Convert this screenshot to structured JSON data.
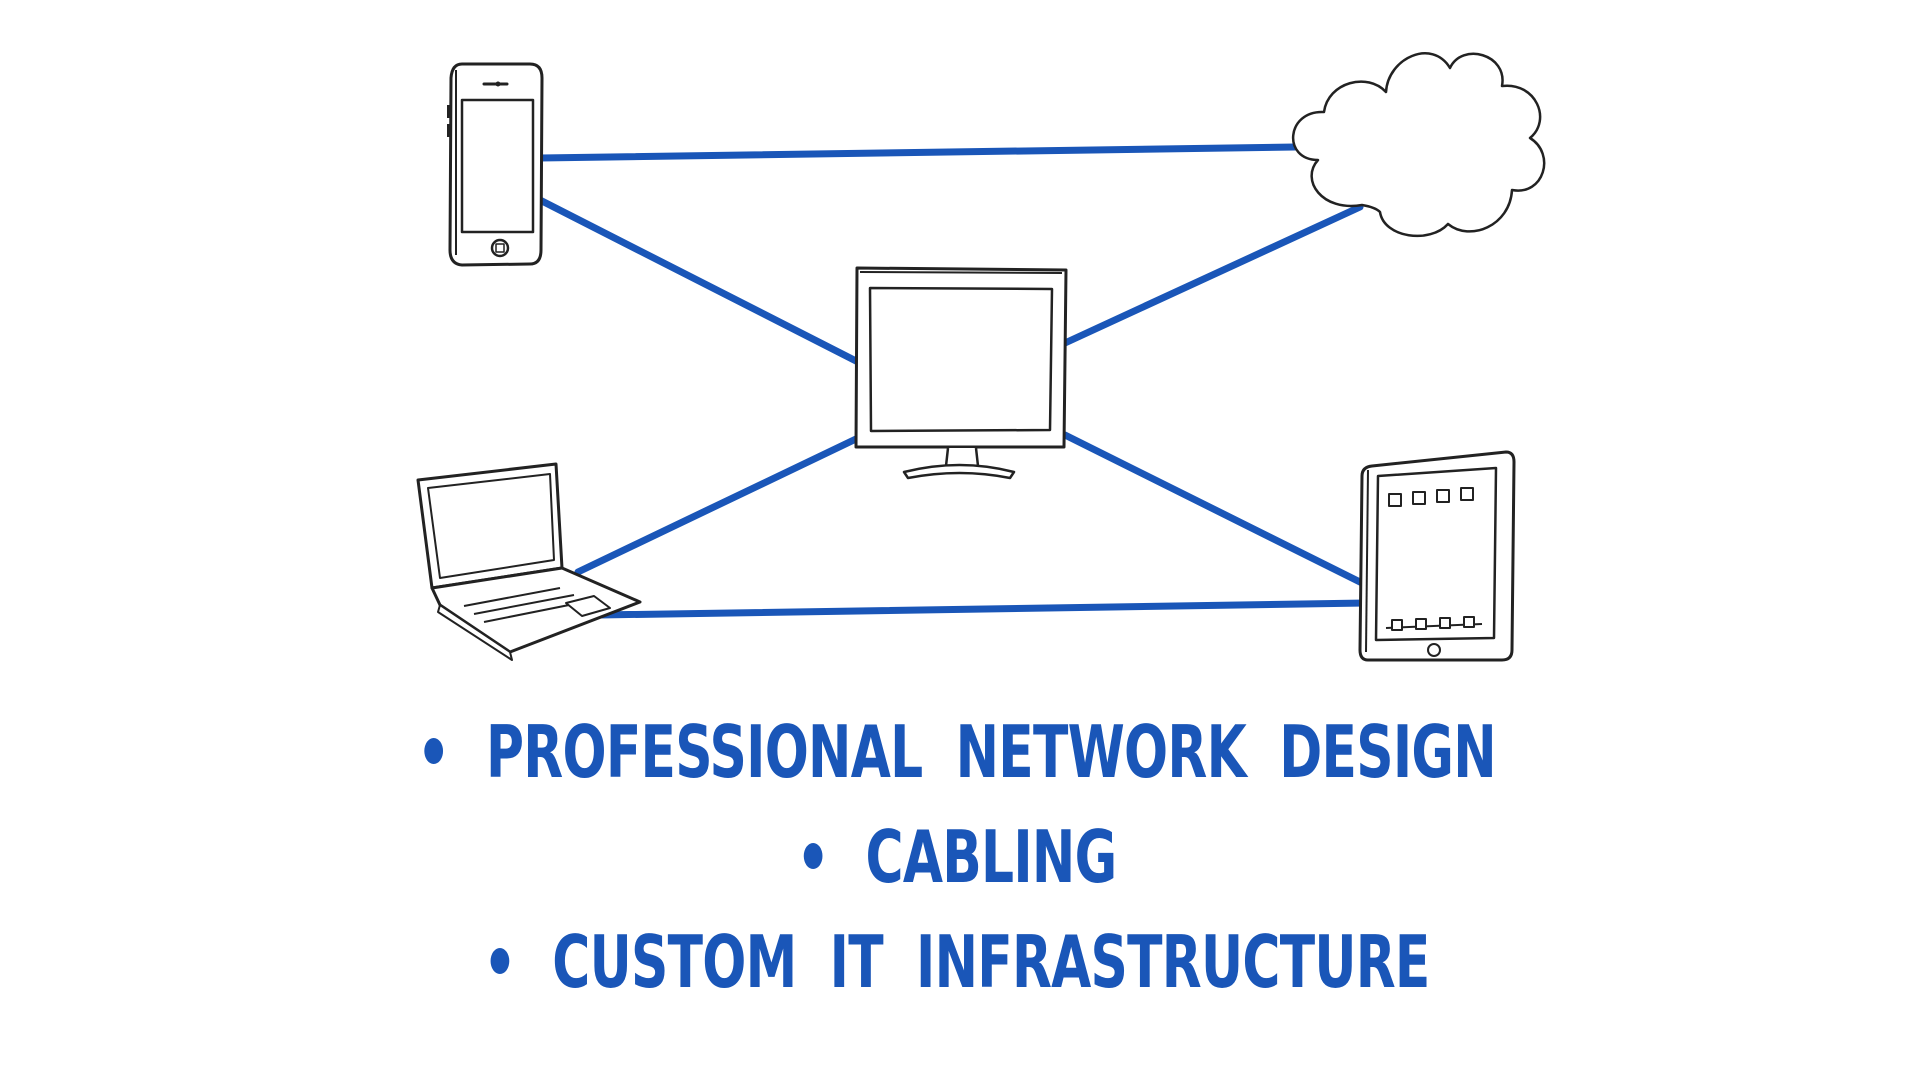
{
  "colors": {
    "link": "#1a56b8",
    "sketch": "#222222",
    "fill": "#ffffff",
    "text": "#1a56b8"
  },
  "diagram": {
    "nodes": [
      {
        "id": "smartphone",
        "icon": "smartphone-icon"
      },
      {
        "id": "cloud",
        "icon": "cloud-icon"
      },
      {
        "id": "monitor",
        "icon": "monitor-icon"
      },
      {
        "id": "laptop",
        "icon": "laptop-icon"
      },
      {
        "id": "tablet",
        "icon": "tablet-icon"
      }
    ],
    "links": [
      {
        "from": "smartphone",
        "to": "cloud"
      },
      {
        "from": "smartphone",
        "to": "monitor"
      },
      {
        "from": "monitor",
        "to": "cloud"
      },
      {
        "from": "monitor",
        "to": "laptop"
      },
      {
        "from": "monitor",
        "to": "tablet"
      },
      {
        "from": "laptop",
        "to": "tablet"
      }
    ]
  },
  "bullets": [
    {
      "text": "PROFESSIONAL NETWORK DESIGN"
    },
    {
      "text": "CABLING"
    },
    {
      "text": "CUSTOM IT INFRASTRUCTURE"
    }
  ]
}
